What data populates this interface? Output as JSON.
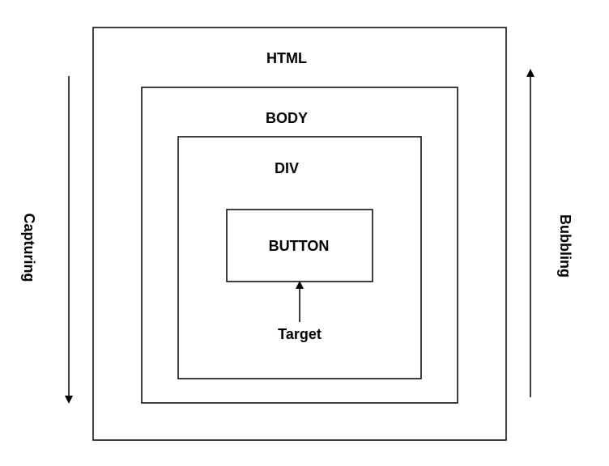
{
  "diagram": {
    "boxes": {
      "html": "HTML",
      "body": "BODY",
      "div": "DIV",
      "button": "BUTTON"
    },
    "target_label": "Target",
    "capturing_label": "Capturing",
    "bubbling_label": "Bubbling"
  },
  "colors": {
    "stroke": "#000000",
    "background": "#ffffff"
  }
}
